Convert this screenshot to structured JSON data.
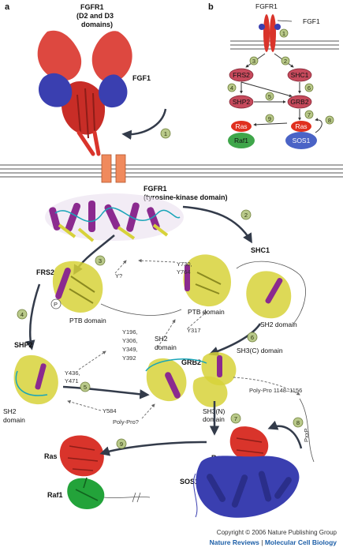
{
  "panel_a": {
    "letter": "a",
    "fgfr1_ext_line1": "FGFR1",
    "fgfr1_ext_line2": "(D2 and D3",
    "fgfr1_ext_line3": "domains)",
    "fgf1": "FGF1",
    "fgfr1_kin_line1": "FGFR1",
    "fgfr1_kin_line2": "(tyrosine-kinase domain)",
    "shc1": "SHC1",
    "frs2": "FRS2",
    "ptb1": "PTB domain",
    "ptb2": "PTB domain",
    "sh2_shc": "SH2 domain",
    "y_q": "Y?",
    "y730": "Y730,",
    "y764": "Y764",
    "y317": "Y317",
    "y196": "Y196,",
    "y306": "Y306,",
    "y349": "Y349,",
    "y392": "Y392",
    "sh2_grb_1": "SH2",
    "sh2_grb_2": "domain",
    "grb2": "GRB2",
    "sh3c": "SH3(C) domain",
    "shp2": "SHP2",
    "y436": "Y436,",
    "y471": "Y471",
    "y584": "Y584",
    "sh2_shp_1": "SH2",
    "sh2_shp_2": "domain",
    "polypro_q": "Poly-Pro?",
    "polypro_range": "Poly-Pro 1148–1156",
    "sh3n_1": "SH3(N)",
    "sh3n_2": "domain",
    "pxxp": "PxxP",
    "ras": "Ras",
    "sos1": "SOS1",
    "ras2": "Ras",
    "raf1": "Raf1",
    "p": "P",
    "steps": [
      "1",
      "2",
      "3",
      "4",
      "5",
      "6",
      "7",
      "8",
      "9"
    ]
  },
  "panel_b": {
    "letter": "b",
    "fgfr1": "FGFR1",
    "fgf1": "FGF1",
    "frs2": "FRS2",
    "shc1": "SHC1",
    "shp2": "SHP2",
    "grb2": "GRB2",
    "ras_a": "Ras",
    "raf1": "Raf1",
    "ras_b": "Ras",
    "sos1": "SOS1",
    "steps": [
      "1",
      "2",
      "3",
      "4",
      "5",
      "6",
      "7",
      "8",
      "9"
    ]
  },
  "footer": {
    "copyright": "Copyright © 2006 Nature Publishing Group",
    "journal": "Nature Reviews",
    "separator": " | ",
    "section": "Molecular Cell Biology"
  },
  "colors": {
    "receptor_red": "#d9342b",
    "ligand_blue": "#3a3fb0",
    "helix_purple": "#8b2a8f",
    "sheet_yellow": "#d7d23a",
    "loop_cyan": "#19a5b8",
    "raf_green": "#23a33a",
    "membrane_peach": "#f08a5d",
    "step_green": "#b9c98a",
    "brand_blue": "#1d5fa8"
  }
}
